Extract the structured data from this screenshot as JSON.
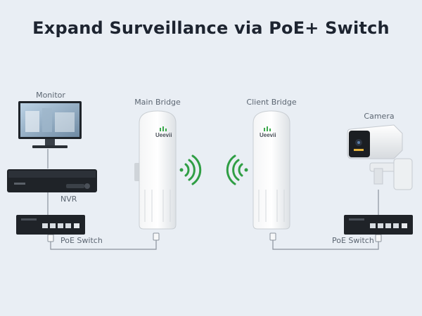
{
  "title": "Expand Surveillance via PoE+ Switch",
  "labels": {
    "monitor": "Monitor",
    "nvr": "NVR",
    "poe_switch_left": "PoE Switch",
    "main_bridge": "Main Bridge",
    "client_bridge": "Client Bridge",
    "camera": "Camera",
    "poe_switch_right": "PoE Switch"
  },
  "brand": {
    "main": "Ueevii",
    "client": "Ueevii"
  },
  "colors": {
    "background": "#e9eef4",
    "title": "#1d2430",
    "label": "#5c6672",
    "signal": "#2f9e44",
    "cable": "#8a929c"
  }
}
